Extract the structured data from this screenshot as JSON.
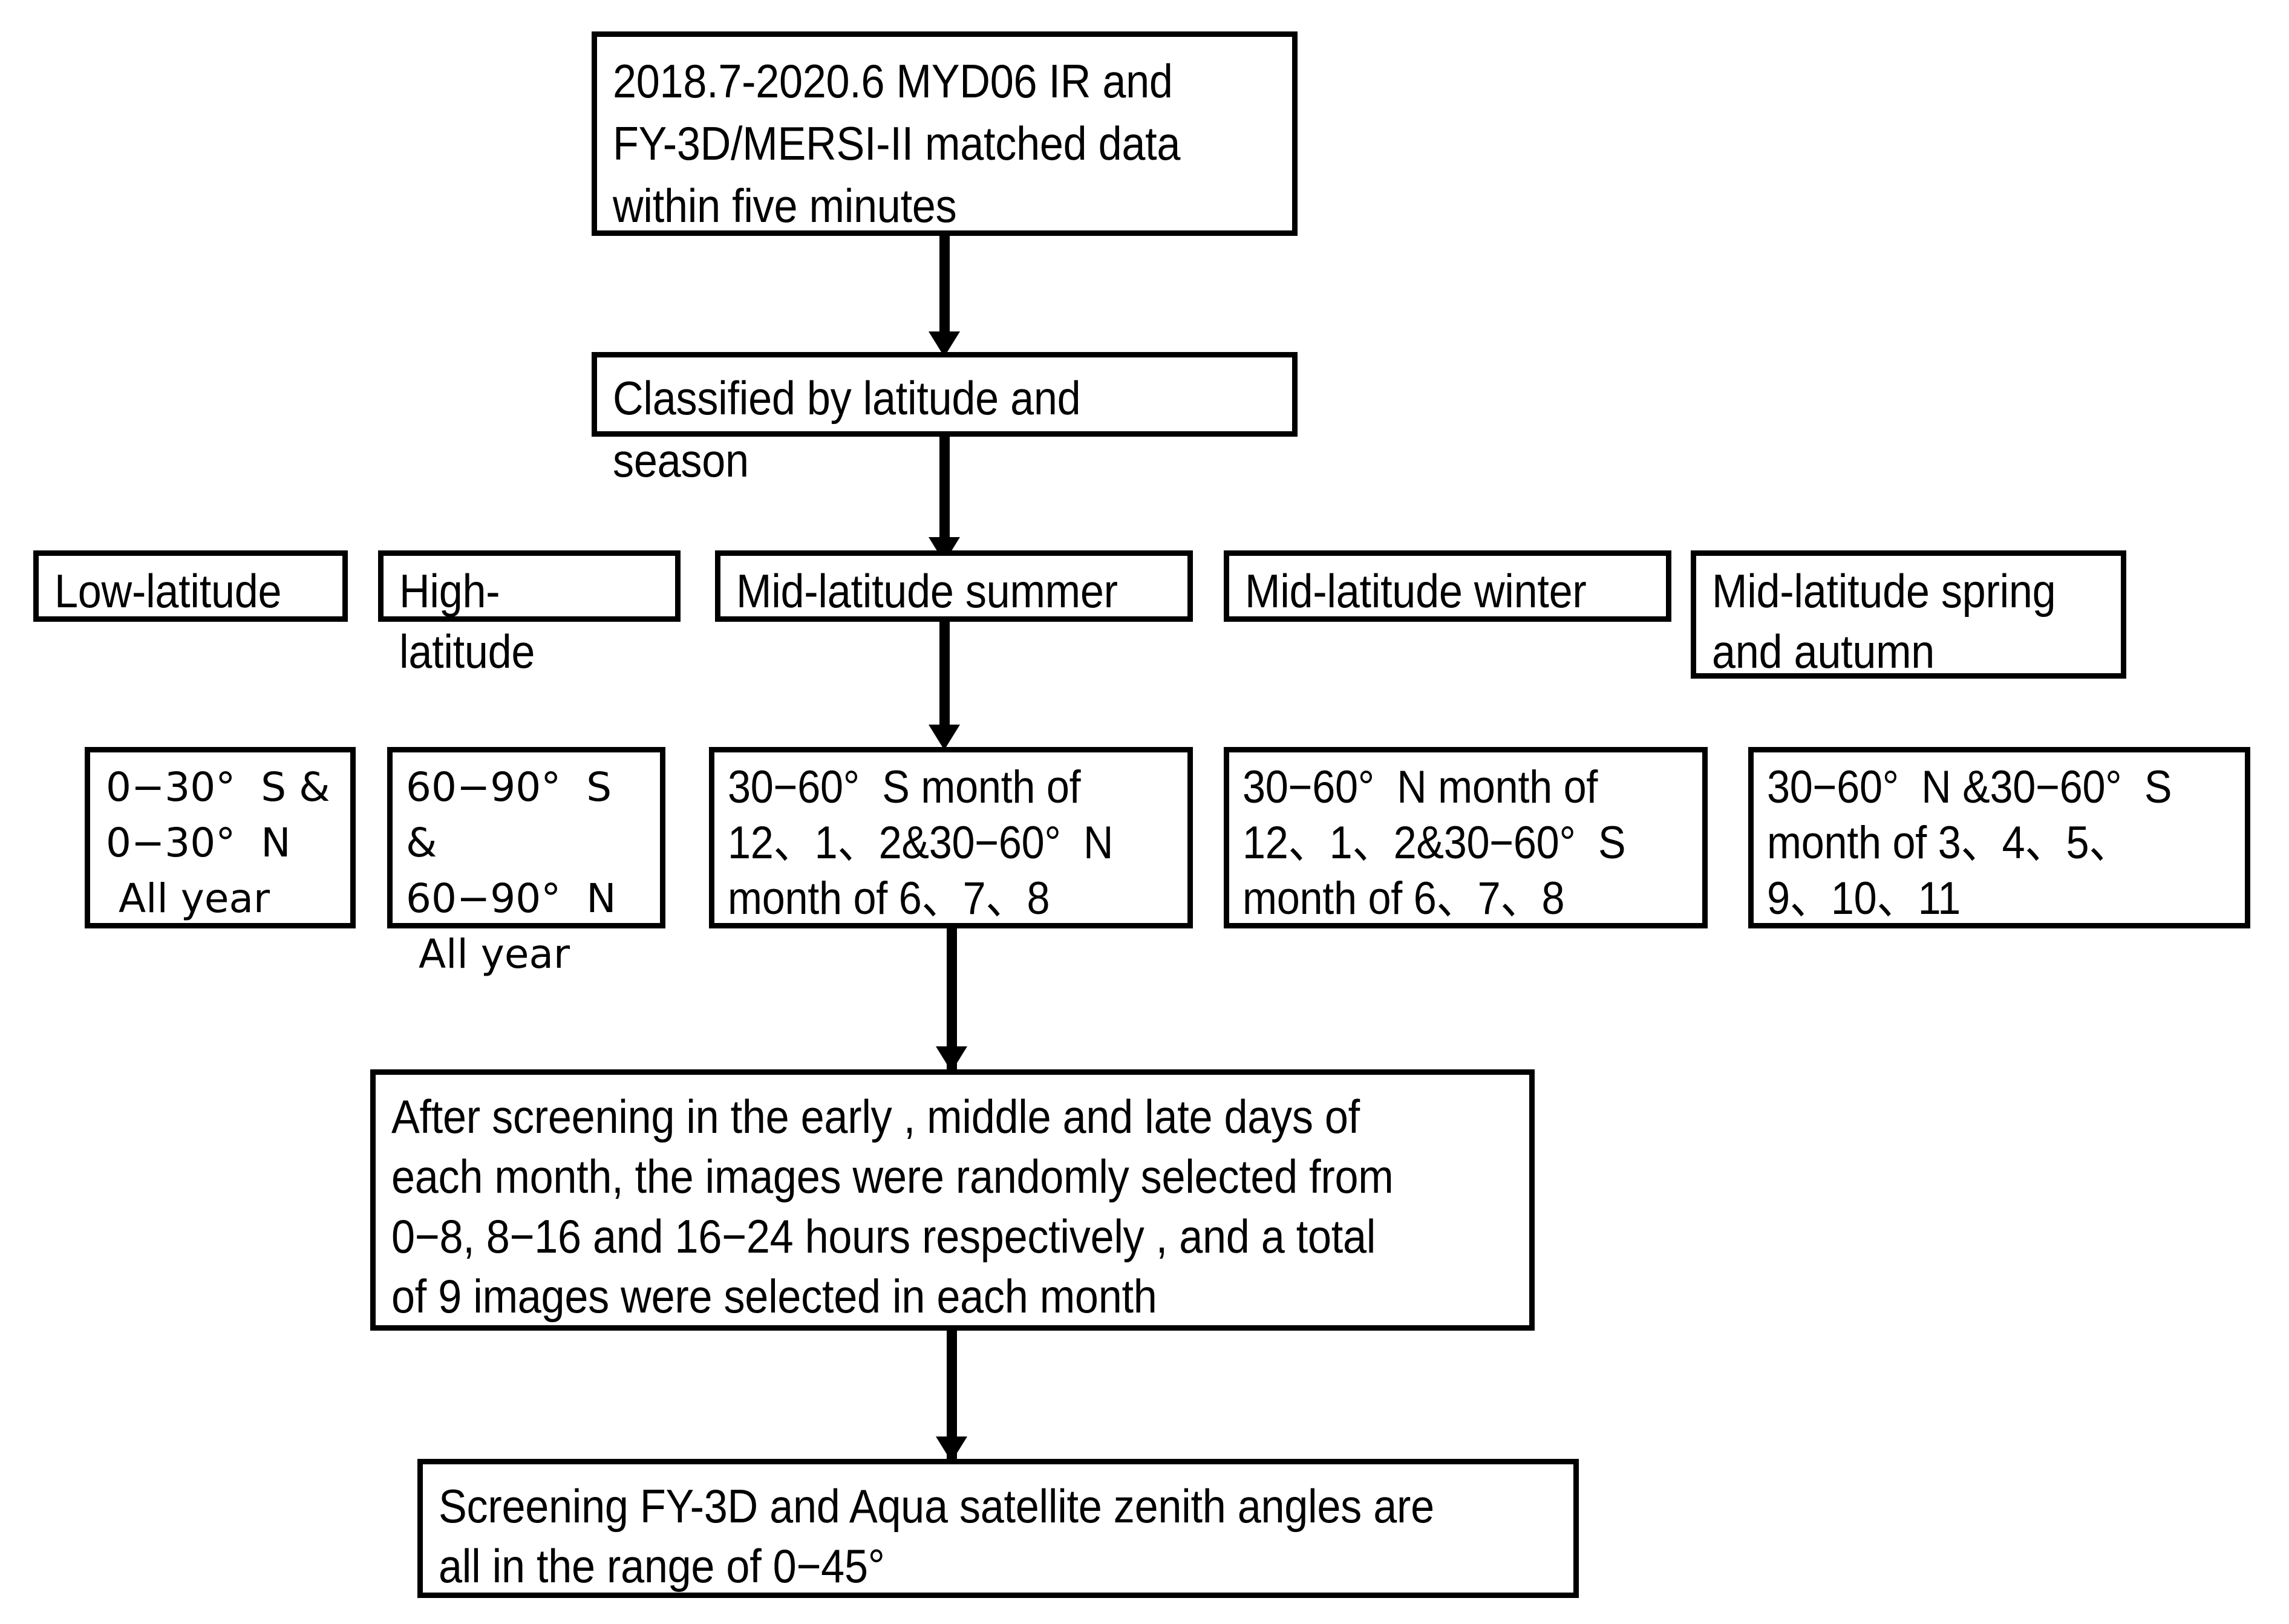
{
  "diagram": {
    "title": "Data selection and classification flowchart",
    "colors": {
      "line": "#000000",
      "fill": "#ffffff",
      "text": "#000000"
    },
    "nodes": {
      "source_data": {
        "text": "2018.7-2020.6 MYD06 IR and FY-3D/MERSI-II matched data within five minutes"
      },
      "classify": {
        "text": "Classified by latitude and season"
      },
      "cat_low": {
        "text": "Low-latitude"
      },
      "cat_high": {
        "text": "High-latitude"
      },
      "cat_mid_summer": {
        "text": "Mid-latitude summer"
      },
      "cat_mid_winter": {
        "text": "Mid-latitude winter"
      },
      "cat_mid_spring_autumn": {
        "text": "Mid-latitude spring and autumn"
      },
      "det_low": {
        "text": "0−30°  S &\n0−30°  N\n All year"
      },
      "det_high": {
        "text": "60−90°  S &\n60−90°  N\n All year"
      },
      "det_mid_summer": {
        "text": "30−60°  S month of 12、1、2&30−60°  N month of 6、7、8"
      },
      "det_mid_winter": {
        "text": "30−60°  N month of 12、1、2&30−60°  S month of 6、7、8"
      },
      "det_mid_spring_autumn": {
        "text": "30−60°  N &30−60°  S month of 3、4、5、9、10、11"
      },
      "screening": {
        "text": "After screening in the early , middle and late days of each month, the images were randomly selected from 0−8, 8−16 and 16−24 hours respectively , and a total of 9 images were selected in each month"
      },
      "zenith": {
        "text": "Screening FY-3D and Aqua satellite zenith angles are all in the range of 0−45°"
      }
    },
    "arrows": [
      {
        "name": "source-to-classify",
        "from": "source_data",
        "to": "classify"
      },
      {
        "name": "classify-to-mid-summer",
        "from": "classify",
        "to": "cat_mid_summer"
      },
      {
        "name": "mid-summer-to-detail",
        "from": "cat_mid_summer",
        "to": "det_mid_summer"
      },
      {
        "name": "detail-to-screening",
        "from": "det_mid_summer",
        "to": "screening"
      },
      {
        "name": "screening-to-zenith",
        "from": "screening",
        "to": "zenith"
      }
    ]
  }
}
